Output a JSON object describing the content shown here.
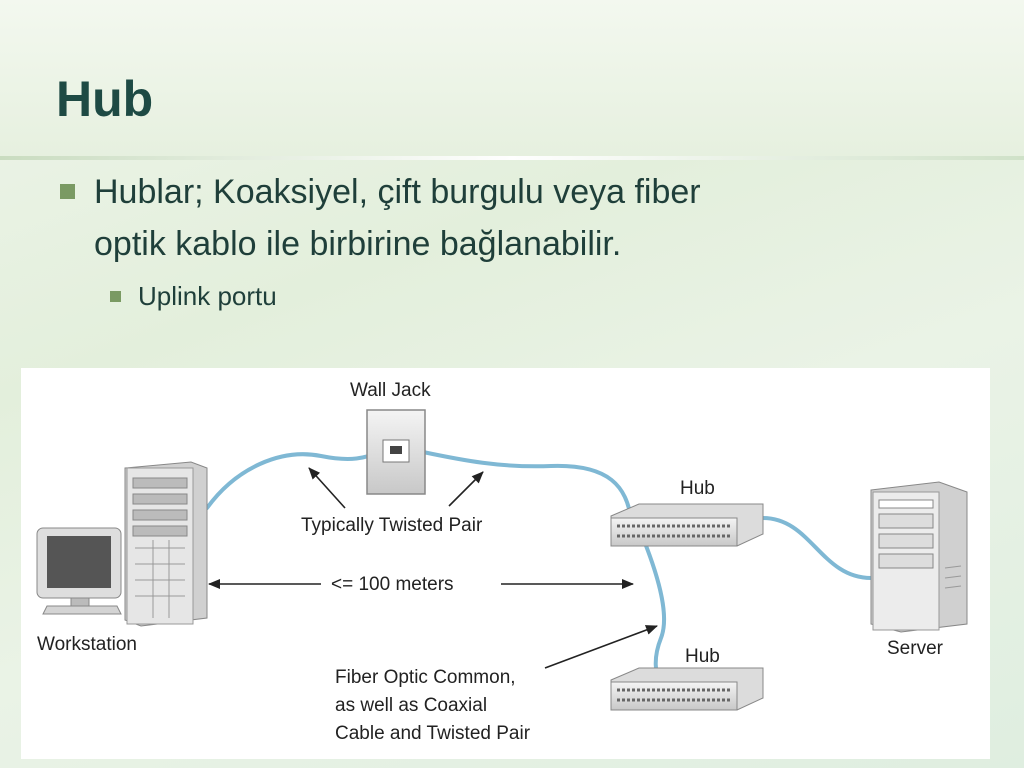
{
  "slide": {
    "title": "Hub",
    "bullet1_line1": "Hublar; Koaksiyel, çift burgulu veya fiber",
    "bullet1_line2": "optik kablo ile birbirine bağlanabilir.",
    "bullet2": "Uplink portu"
  },
  "diagram": {
    "labels": {
      "wall_jack": "Wall Jack",
      "hub_top": "Hub",
      "hub_bottom": "Hub",
      "twisted_pair": "Typically Twisted Pair",
      "distance": "<= 100 meters",
      "workstation": "Workstation",
      "server": "Server",
      "fiber_line1": "Fiber Optic Common,",
      "fiber_line2": "as well as Coaxial",
      "fiber_line3": "Cable and Twisted Pair"
    },
    "colors": {
      "cable": "#7fb8d4",
      "title": "#1e4a44",
      "bullet": "#7a9a63"
    }
  }
}
